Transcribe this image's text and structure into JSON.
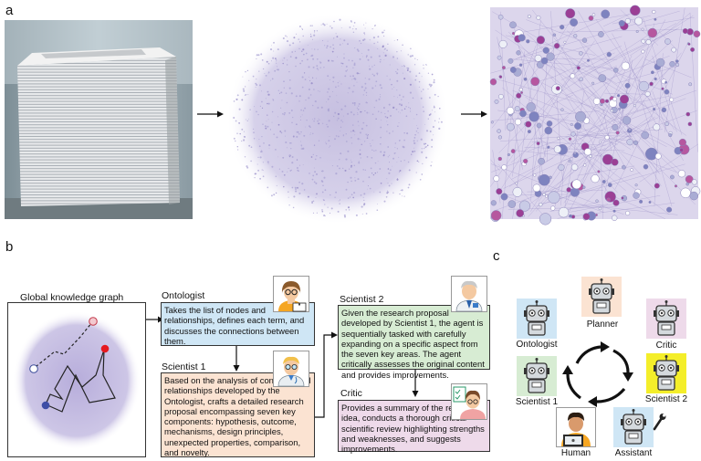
{
  "panels": {
    "a": "a",
    "b": "b",
    "c": "c"
  },
  "global_graph_title": "Global knowledge graph",
  "agents_b": [
    {
      "name": "Ontologist",
      "text": "Takes the list of nodes and relationships, defines each term, and discusses the connections between them."
    },
    {
      "name": "Scientist 1",
      "text": "Based on the analysis of concepts and relationships developed by the Ontologist, crafts a detailed research proposal encompassing seven key components: hypothesis, outcome, mechanisms, design principles, unexpected properties, comparison, and novelty."
    },
    {
      "name": "Scientist 2",
      "text": "Given the research proposal developed by Scientist 1, the agent is sequentially tasked with carefully expanding on a specific aspect from the seven key areas. The agent critically assesses the original content and provides improvements."
    },
    {
      "name": "Critic",
      "text": "Provides a summary of the research idea, conducts a thorough critical scientific review highlighting strengths and weaknesses, and suggests improvements."
    }
  ],
  "agents_c": {
    "planner": "Planner",
    "ontologist": "Ontologist",
    "critic": "Critic",
    "scientist1": "Scientist 1",
    "scientist2": "Scientist 2",
    "human": "Human",
    "assistant": "Assistant"
  },
  "colors": {
    "ontologist": "#cfe6f5",
    "scientist1": "#fbe3d2",
    "scientist2": "#d7ecd3",
    "critic": "#eedaea",
    "planner": "#fbe3d2",
    "scientist2_c": "#f4ee2a",
    "assistant": "#cfe6f5",
    "human": "#ffffff",
    "network_bg": "#dcd6ec"
  }
}
